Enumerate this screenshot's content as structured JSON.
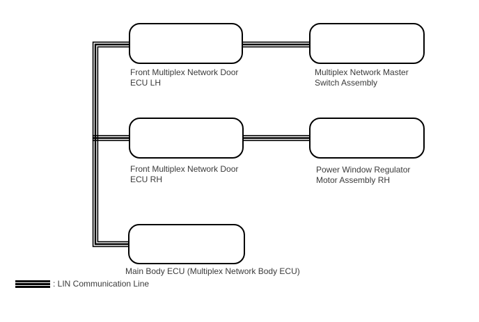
{
  "diagram": {
    "nodes": [
      {
        "id": "front-multiplex-network-door-ecu-lh",
        "label": "Front Multiplex Network Door\nECU LH"
      },
      {
        "id": "multiplex-network-master-switch-assembly",
        "label": "Multiplex Network Master\nSwitch Assembly"
      },
      {
        "id": "front-multiplex-network-door-ecu-rh",
        "label": "Front Multiplex Network Door\nECU RH"
      },
      {
        "id": "power-window-regulator-motor-assembly-rh",
        "label": "Power Window Regulator\nMotor Assembly RH"
      },
      {
        "id": "main-body-ecu",
        "label": "Main Body ECU (Multiplex Network Body ECU)"
      }
    ],
    "edges": [
      {
        "from": "front-multiplex-network-door-ecu-lh",
        "to": "multiplex-network-master-switch-assembly",
        "type": "lin-communication-line"
      },
      {
        "from": "front-multiplex-network-door-ecu-rh",
        "to": "power-window-regulator-motor-assembly-rh",
        "type": "lin-communication-line"
      },
      {
        "from": "main-body-ecu",
        "to": "front-multiplex-network-door-ecu-lh",
        "type": "lin-communication-line"
      },
      {
        "from": "main-body-ecu",
        "to": "front-multiplex-network-door-ecu-rh",
        "type": "lin-communication-line"
      }
    ],
    "legend": {
      "sample": "lin-triple-line",
      "label": ": LIN Communication Line"
    },
    "colors": {
      "line": "#000000",
      "box_border": "#000000",
      "text": "#3a3a3a",
      "background": "#ffffff"
    }
  }
}
